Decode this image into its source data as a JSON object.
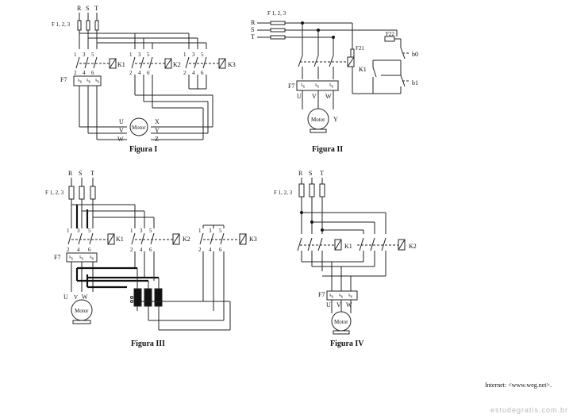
{
  "figures": [
    {
      "id": "I",
      "caption": "Figura I"
    },
    {
      "id": "II",
      "caption": "Figura II"
    },
    {
      "id": "III",
      "caption": "Figura III"
    },
    {
      "id": "IV",
      "caption": "Figura IV"
    }
  ],
  "labels": {
    "phase_r": "R",
    "phase_s": "S",
    "phase_t": "T",
    "fuses": "F 1, 2, 3",
    "relay": "F7",
    "f21": "F21",
    "f22": "F22",
    "b0": "b0",
    "b1": "b1",
    "k1": "K1",
    "k2": "K2",
    "k3": "K3",
    "motor": "Motor",
    "u": "U",
    "v": "V",
    "w": "W",
    "x": "X",
    "y": "Y",
    "z": "Z",
    "terminals_top": [
      "1",
      "3",
      "5"
    ],
    "terminals_bottom": [
      "2",
      "4",
      "6"
    ],
    "uvw_small": [
      "U",
      "V",
      "W"
    ],
    "sub_o": "o"
  },
  "footer": {
    "reference": "Internet: <www.weg.net>.",
    "watermark": "estudegratis.com.br"
  }
}
